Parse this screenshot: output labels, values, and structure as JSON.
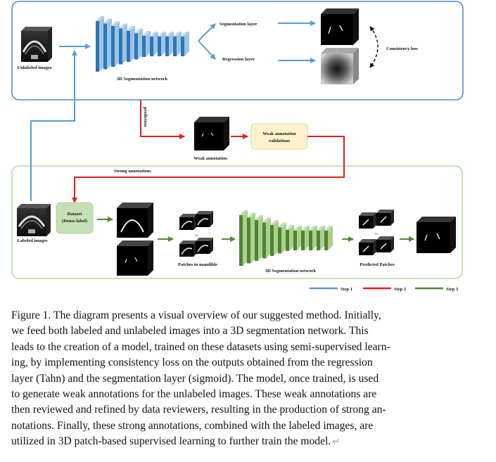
{
  "figure": {
    "labels": {
      "unlabeled_images": "Unlabeled images",
      "seg_network_top": "3D Segmentation network",
      "segmentation_layer": "Segmentation layer",
      "regression_layer": "Regression layer",
      "consistency_loss": "Consistency loss",
      "prediction": "prediction",
      "weak_annotation": "Weak annotation",
      "weak_validation_line1": "Weak annotation",
      "weak_validation_line2": "validations",
      "strong_annotations": "Strong annotations",
      "labeled_images": "Labeled images",
      "dataset_line1": "Dataset",
      "dataset_line2": "(Dense label)",
      "patches_in_mandible": "Patches in mandible",
      "seg_network_bottom": "3D Segmentation network",
      "predicted_patches": "Predicted Patches",
      "ellipsis": "..."
    },
    "legend": [
      {
        "label": "Step 1",
        "color": "#5b9bd5"
      },
      {
        "label": "Step 2",
        "color": "#e0201b"
      },
      {
        "label": "Step 3",
        "color": "#4e8a2f"
      }
    ],
    "colors": {
      "step1_box": "#2e75b6",
      "step3_box": "#a9d18e",
      "blue_layers": "#2e75b6",
      "green_layers": "#548235",
      "validation_fill": "#fff2cc",
      "dataset_fill": "#c5e0b4"
    }
  },
  "caption": {
    "lines": [
      "Figure 1. The diagram presents a visual overview of our suggested method. Initially,",
      "we feed both labeled and unlabeled images into a 3D segmentation network. This",
      "leads to the creation of a model, trained on these datasets using semi-supervised learn-",
      "ing, by implementing consistency loss on the outputs obtained from the regression",
      "layer (Tahn) and the segmentation layer (sigmoid). The model, once trained, is used",
      "to generate weak annotations for the unlabeled images. These weak annotations are",
      "then reviewed and refined by data reviewers, resulting in the production of strong an-",
      "notations. Finally, these strong annotations, combined with the labeled images, are",
      "utilized in 3D patch-based supervised learning to further train the model."
    ],
    "return_mark": "↵"
  }
}
